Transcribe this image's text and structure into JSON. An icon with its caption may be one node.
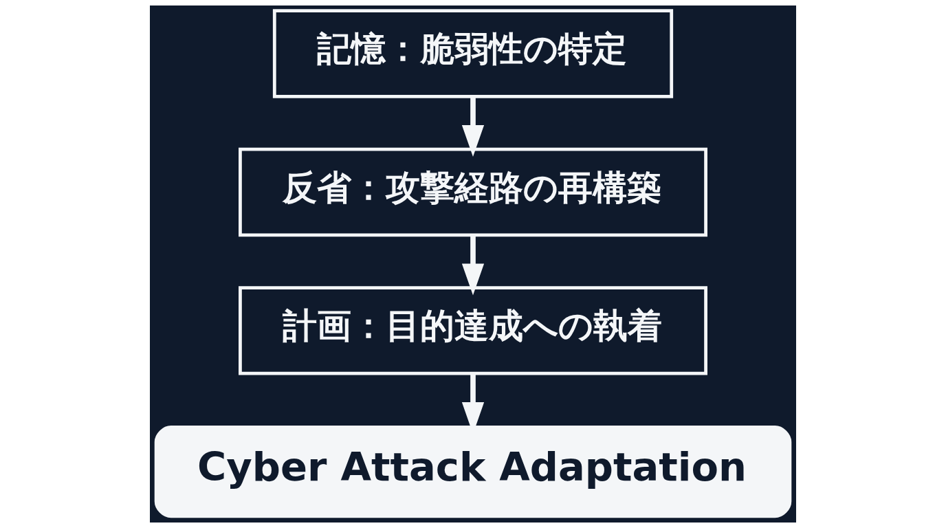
{
  "diagram": {
    "nodes": [
      {
        "text": [
          "記憶：脆弱性の特定"
        ]
      },
      {
        "text": [
          "反省：攻撃経路の再構築"
        ]
      },
      {
        "text": [
          "計画：目的達成への執着"
        ]
      },
      {
        "text": [
          "Cyber Attack Adaptation"
        ]
      }
    ],
    "edges": [
      {
        "from": 0,
        "to": 1,
        "arrow": "to"
      },
      {
        "from": 1,
        "to": 2,
        "arrow": "to"
      },
      {
        "from": 2,
        "to": 3,
        "arrow": "to"
      }
    ]
  }
}
